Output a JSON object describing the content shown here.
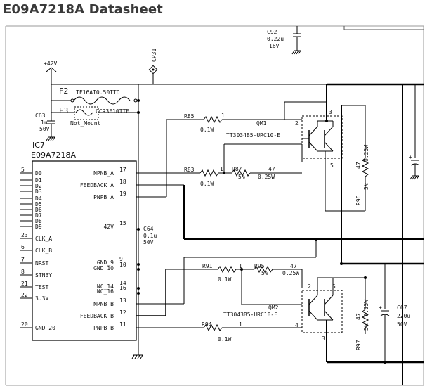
{
  "page": {
    "title": "E09A7218A Datasheet"
  },
  "ic": {
    "ref": "IC7",
    "part": "E09A7218A",
    "left_pins": [
      {
        "num": "5",
        "name": "D0"
      },
      {
        "num": "",
        "name": "D1"
      },
      {
        "num": "",
        "name": "D2"
      },
      {
        "num": "",
        "name": "D3"
      },
      {
        "num": "",
        "name": "D4"
      },
      {
        "num": "",
        "name": "D5"
      },
      {
        "num": "",
        "name": "D6"
      },
      {
        "num": "",
        "name": "D7"
      },
      {
        "num": "",
        "name": "D8"
      },
      {
        "num": "",
        "name": "D9"
      },
      {
        "num": "23",
        "name": "CLK_A"
      },
      {
        "num": "6",
        "name": "CLK_B"
      },
      {
        "num": "7",
        "name": "NRST"
      },
      {
        "num": "8",
        "name": "STNBY"
      },
      {
        "num": "21",
        "name": "TEST"
      },
      {
        "num": "22",
        "name": "3.3V"
      },
      {
        "num": "20",
        "name": "GND_20"
      }
    ],
    "right_pins": [
      {
        "num": "17",
        "name": "NPNB_A"
      },
      {
        "num": "18",
        "name": "FEEDBACK_A"
      },
      {
        "num": "19",
        "name": "PNPB_A"
      },
      {
        "num": "15",
        "name": "42V"
      },
      {
        "num": "9",
        "name": "GND_9"
      },
      {
        "num": "10",
        "name": "GND_10"
      },
      {
        "num": "14",
        "name": "NC_14"
      },
      {
        "num": "16",
        "name": "NC_16"
      },
      {
        "num": "13",
        "name": "NPNB_B"
      },
      {
        "num": "12",
        "name": "FEEDBACK_B"
      },
      {
        "num": "11",
        "name": "PNPB_B"
      }
    ]
  },
  "parts": {
    "supply": "+42V",
    "testpoint": "CP31",
    "f2": "F2",
    "f2_part": "TF16AT0.50TTD",
    "f3": "F3",
    "f3_part": "CCR3E10TTE",
    "not_mount": "Not_Mount",
    "c63": "C63",
    "c63_val": "1u",
    "c63_volt": "50V",
    "c92": "C92",
    "c92_val": "0.22u",
    "c92_volt": "16V",
    "c64": "C64",
    "c64_val": "0.1u",
    "c64_volt": "50V",
    "c67": "C67",
    "c67_val": "220u",
    "c67_volt": "50V",
    "r85": "R85",
    "r85_val": "0.1W",
    "r83": "R83",
    "r83_val": "0.1W",
    "r87": "R87",
    "r87_pct": "5%",
    "r87_val": "0.25W",
    "r91": "R91",
    "r91_val": "0.1W",
    "r95": "R95",
    "r95_pct": "5%",
    "r95_val": "0.25W",
    "r94": "R94",
    "r94_val": "0.1W",
    "r96": "R96",
    "r96_pct": "5%",
    "r96_val": "0.25W",
    "r97": "R97",
    "r97_pct": "5%",
    "r97_val": "0.25W",
    "qm1": "QM1",
    "qm1_part": "TT3034B5-URC10-E",
    "qm2": "QM2",
    "qm2_part": "TT3043B5-URC10-E",
    "n1": "1",
    "n2": "2",
    "n3": "3",
    "n4": "4",
    "n5": "5",
    "n47": "47"
  }
}
